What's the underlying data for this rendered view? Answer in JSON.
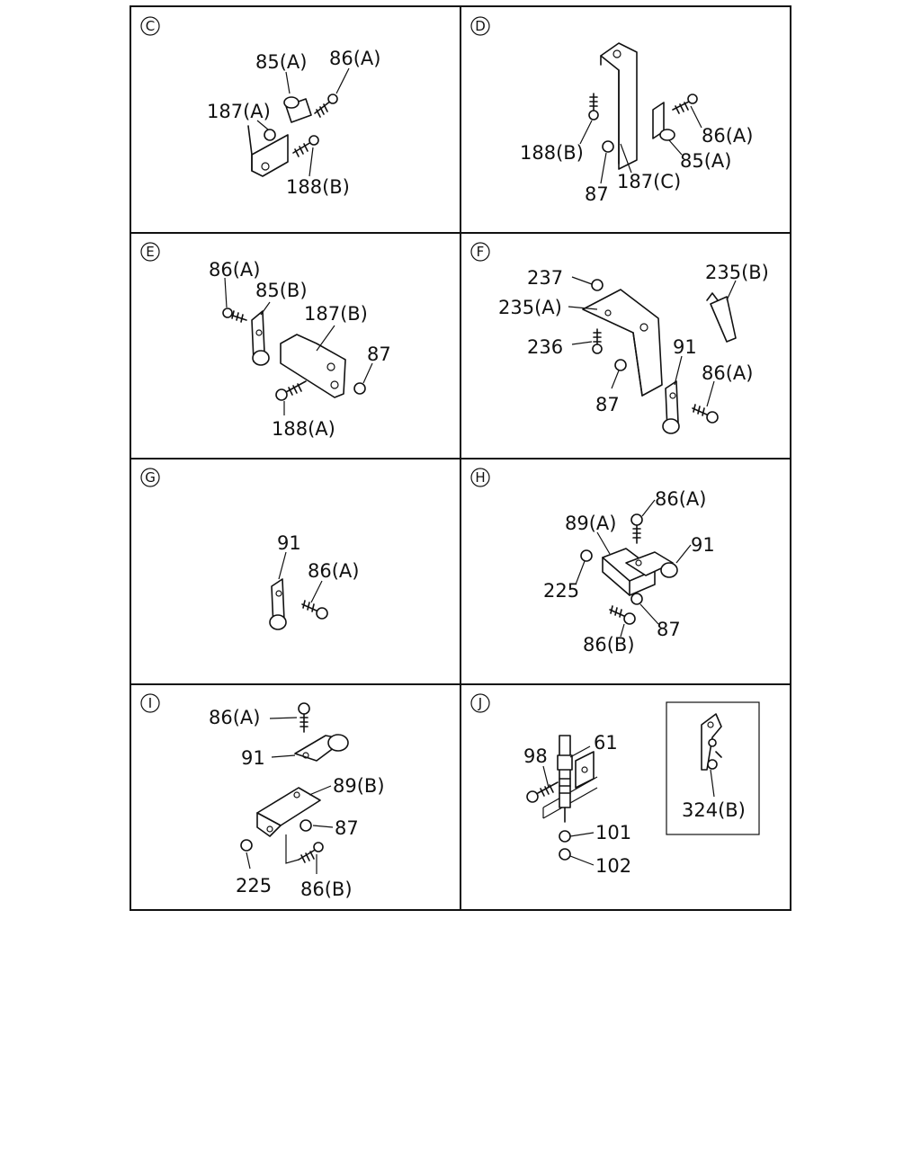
{
  "panels": [
    {
      "id": "C",
      "labels": [
        "85(A)",
        "86(A)",
        "187(A)",
        "188(B)"
      ]
    },
    {
      "id": "D",
      "labels": [
        "188(B)",
        "86(A)",
        "85(A)",
        "87",
        "187(C)"
      ]
    },
    {
      "id": "E",
      "labels": [
        "86(A)",
        "85(B)",
        "187(B)",
        "87",
        "188(A)"
      ]
    },
    {
      "id": "F",
      "labels": [
        "237",
        "235(B)",
        "235(A)",
        "236",
        "91",
        "86(A)",
        "87"
      ]
    },
    {
      "id": "G",
      "labels": [
        "91",
        "86(A)"
      ]
    },
    {
      "id": "H",
      "labels": [
        "86(A)",
        "89(A)",
        "91",
        "225",
        "87",
        "86(B)"
      ]
    },
    {
      "id": "I",
      "labels": [
        "86(A)",
        "91",
        "89(B)",
        "87",
        "225",
        "86(B)"
      ]
    },
    {
      "id": "J",
      "labels": [
        "61",
        "98",
        "101",
        "102",
        "324(B)"
      ]
    }
  ]
}
